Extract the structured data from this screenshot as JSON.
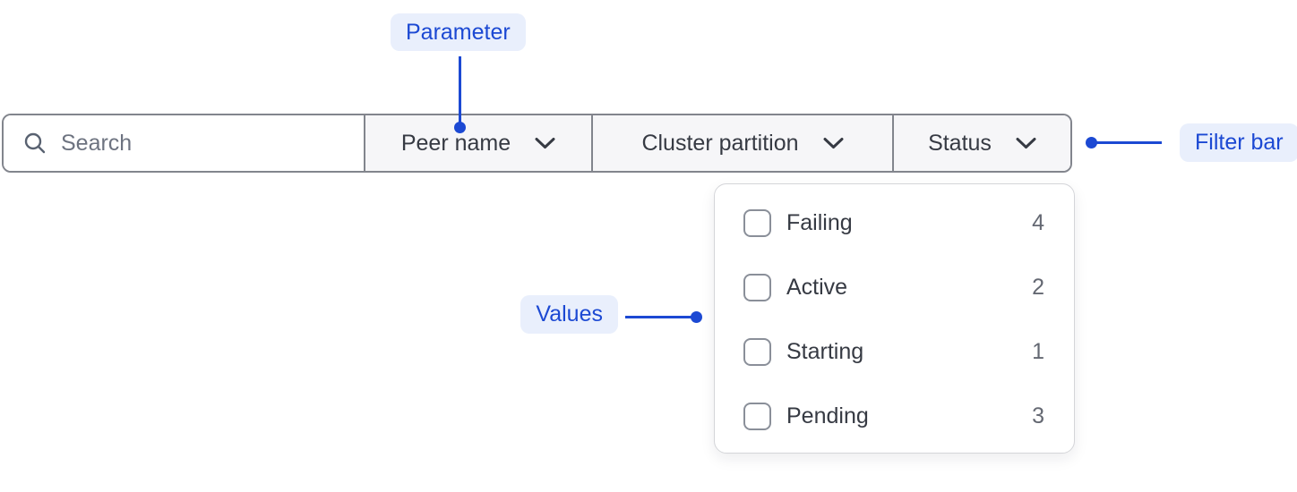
{
  "colors": {
    "accent": "#1c49d3",
    "annotation_bg": "#e9effc",
    "bar_border": "#82858d",
    "dropdown_section_bg": "#f6f6f8",
    "text": "#363a43",
    "muted_text": "#6d7380",
    "count_text": "#646872",
    "panel_border": "#d4d5d9",
    "checkbox_border": "#8a8f99"
  },
  "annotations": {
    "parameter": "Parameter",
    "filter_bar": "Filter bar",
    "values": "Values"
  },
  "filter_bar": {
    "search_placeholder": "Search",
    "parameters": [
      {
        "label": "Peer name"
      },
      {
        "label": "Cluster partition"
      },
      {
        "label": "Status"
      }
    ]
  },
  "values_dropdown": {
    "options": [
      {
        "label": "Failing",
        "count": "4",
        "checked": false
      },
      {
        "label": "Active",
        "count": "2",
        "checked": false
      },
      {
        "label": "Starting",
        "count": "1",
        "checked": false
      },
      {
        "label": "Pending",
        "count": "3",
        "checked": false
      }
    ]
  }
}
